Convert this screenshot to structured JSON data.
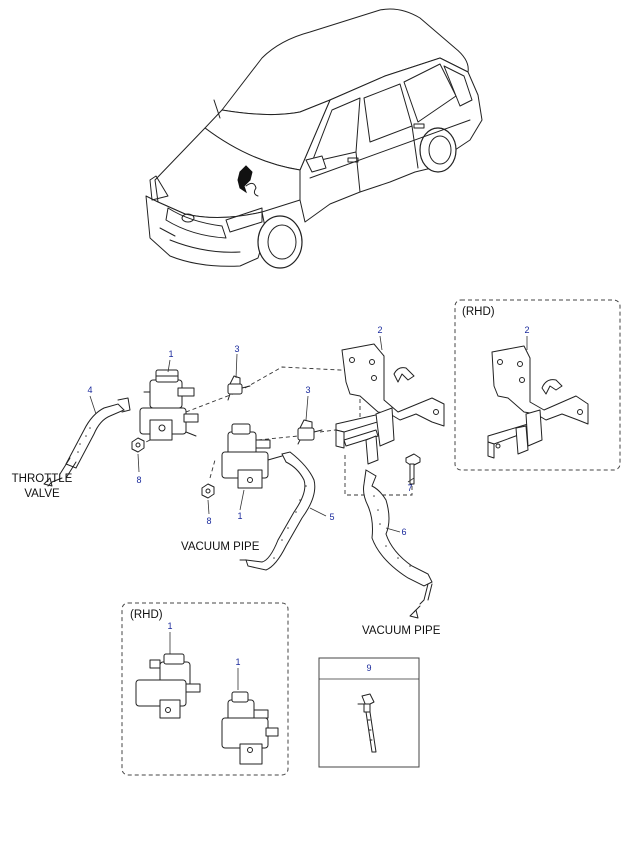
{
  "callouts": {
    "part_1_main": "1",
    "part_1_lower": "1",
    "part_2": "2",
    "part_3_upper": "3",
    "part_3_lower": "3",
    "part_4": "4",
    "part_5": "5",
    "part_6": "6",
    "part_7": "7",
    "part_8_left": "8",
    "part_8_lower": "8",
    "part_9": "9",
    "rhd_right_part_2": "2",
    "rhd_left_part_1_a": "1",
    "rhd_left_part_1_b": "1"
  },
  "labels": {
    "throttle_line1": "THROTTLE",
    "throttle_line2": "VALVE",
    "vacuum_pipe_left": "VACUUM PIPE",
    "vacuum_pipe_right": "VACUUM PIPE",
    "rhd_right": "(RHD)",
    "rhd_left": "(RHD)"
  }
}
